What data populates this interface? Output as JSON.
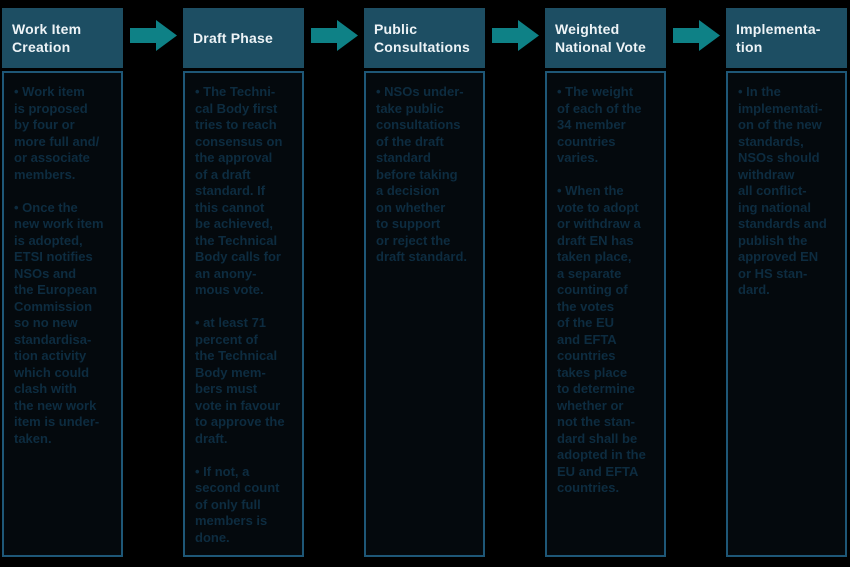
{
  "diagram": {
    "background_color": "#000000",
    "colors": {
      "header_bg": "#1d4e63",
      "header_text": "#edf3f6",
      "arrow": "#0e8186",
      "body_border": "#1e5777",
      "body_bg": "#04090d",
      "body_text": "#0d2c40"
    },
    "arrow_icon": "right-arrow",
    "stages": [
      {
        "title": "Work Item\nCreation",
        "body": "• Work item\nis proposed\nby four or\nmore full and/\nor associate\nmembers.\n\n• Once the\nnew work item\nis adopted,\nETSI notifies\nNSOs and\nthe European\nCommission\nso no new\nstandardisa-\ntion activity\nwhich could\nclash with\nthe new work\nitem is under-\ntaken."
      },
      {
        "title": "Draft Phase",
        "body": "• The Techni-\ncal Body first\ntries to reach\nconsensus on\nthe approval\nof a draft\nstandard. If\nthis cannot\nbe achieved,\nthe Technical\nBody calls for\nan anony-\nmous vote.\n\n• at least 71\npercent of\nthe Technical\nBody mem-\nbers must\nvote in favour\nto approve the\ndraft.\n\n• If not, a\nsecond count\nof only full\nmembers is\ndone."
      },
      {
        "title": "Public\nConsultations",
        "body": "• NSOs under-\ntake public\nconsultations\nof the draft\nstandard\nbefore taking\na decision\non whether\nto support\nor reject the\ndraft standard."
      },
      {
        "title": "Weighted\nNational Vote",
        "body": "• The weight\nof each of the\n34 member\ncountries\nvaries.\n\n• When the\nvote to adopt\nor withdraw a\ndraft EN has\ntaken place,\na separate\ncounting of\nthe votes\nof the EU\nand EFTA\ncountries\ntakes place\nto determine\nwhether or\nnot the stan-\ndard shall be\nadopted in the\nEU and EFTA\ncountries."
      },
      {
        "title": "Implementa-\ntion",
        "body": "• In the\nimplementati-\non of the new\nstandards,\nNSOs should\nwithdraw\nall conflict-\ning national\nstandards and\npublish the\napproved EN\nor HS stan-\ndard."
      }
    ]
  }
}
